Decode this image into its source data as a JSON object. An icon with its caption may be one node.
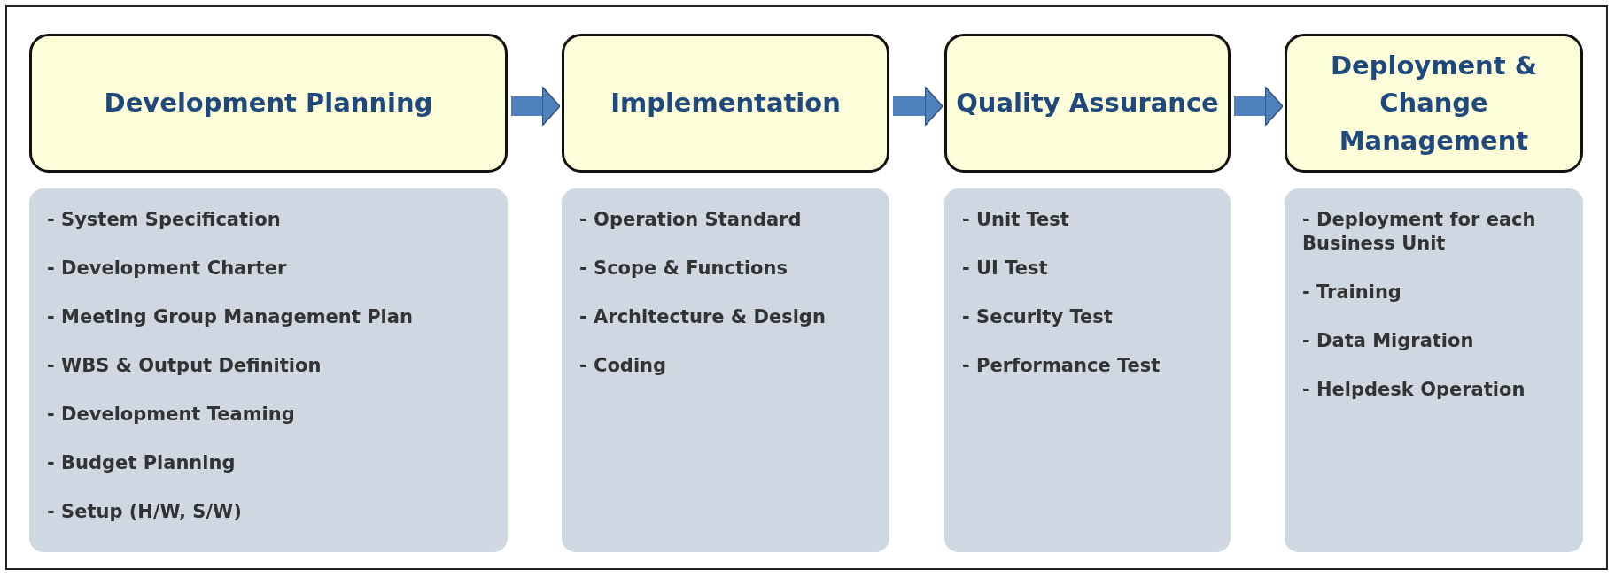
{
  "diagram": {
    "nodes": [
      {
        "text": [
          "Development Planning"
        ]
      },
      {
        "text": [
          "Implementation"
        ]
      },
      {
        "text": [
          "Quality Assurance"
        ]
      },
      {
        "text": [
          "Deployment & Change Management"
        ]
      },
      {
        "text": [
          "- System Specification",
          "- Development Charter",
          "- Meeting Group Management Plan",
          "- WBS & Output Definition",
          "- Development Teaming",
          "- Budget Planning",
          "- Setup (H/W, S/W)"
        ]
      },
      {
        "text": [
          "- Operation Standard",
          "- Scope & Functions",
          "- Architecture &  Design",
          "- Coding"
        ]
      },
      {
        "text": [
          "- Unit Test",
          "- UI Test",
          "- Security Test",
          "- Performance Test"
        ]
      },
      {
        "text": [
          "- Deployment for each Business Unit",
          "- Training",
          "- Data Migration",
          "- Helpdesk Operation"
        ]
      }
    ],
    "edges": [
      {
        "from": 0,
        "to": 1,
        "arrow": "to"
      },
      {
        "from": 1,
        "to": 2,
        "arrow": "to"
      },
      {
        "from": 2,
        "to": 3,
        "arrow": "to"
      }
    ]
  }
}
